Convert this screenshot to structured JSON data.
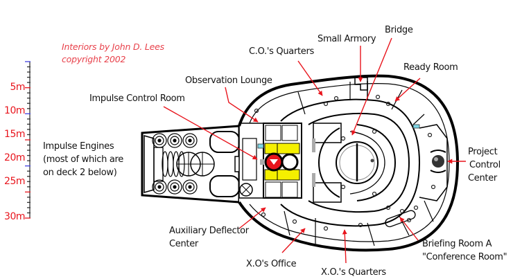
{
  "credits": {
    "line1": "Interiors by John D. Lees",
    "line2": "copyright 2002"
  },
  "scale": {
    "unit": "m",
    "labels": [
      "5m",
      "10m",
      "15m",
      "20m",
      "25m",
      "30m"
    ],
    "max_m": 30
  },
  "labels": {
    "impulse_engines": [
      "Impulse Engines",
      "(most of which are",
      "on deck 2 below)"
    ],
    "impulse_control_room": "Impulse Control Room",
    "observation_lounge": "Observation Lounge",
    "co_quarters": "C.O.'s Quarters",
    "small_armory": "Small Armory",
    "bridge": "Bridge",
    "ready_room": "Ready Room",
    "project_control_center": [
      "Project",
      "Control",
      "Center"
    ],
    "auxiliary_deflector_center": [
      "Auxiliary Deflector",
      "Center"
    ],
    "xo_office": "X.O's Office",
    "xo_quarters": "X.O.'s Quarters",
    "briefing_room": [
      "Briefing Room A",
      "\"Conference Room\""
    ]
  },
  "colors": {
    "arrow": "#e8141c",
    "credit": "#e8404a",
    "hull": "#000000",
    "warp_core_yellow": "#f5f000",
    "accent_cyan": "#7fd8e8",
    "scale_blue": "#4040e0"
  }
}
